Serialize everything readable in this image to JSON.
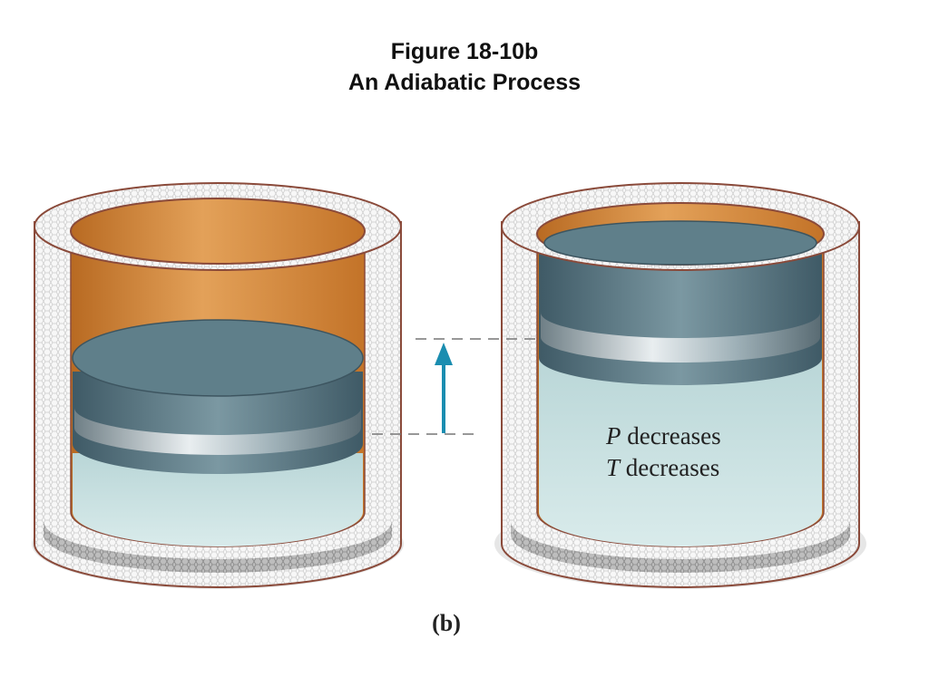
{
  "title": {
    "line1": "Figure 18-10b",
    "line2": "An Adiabatic Process"
  },
  "diagram": {
    "right_label_line1_var": "P",
    "right_label_line1_text": " decreases",
    "right_label_line2_var": "T",
    "right_label_line2_text": " decreases",
    "panel_label": "(b)",
    "arrow_direction": "up",
    "colors": {
      "insulation": "#f2f2f2",
      "insulation_rim": "#8a4a3a",
      "copper_inner": "#d9892f",
      "gas": "#c9e0e0",
      "piston": "#5b7a86",
      "arrow": "#1a8db0"
    }
  }
}
